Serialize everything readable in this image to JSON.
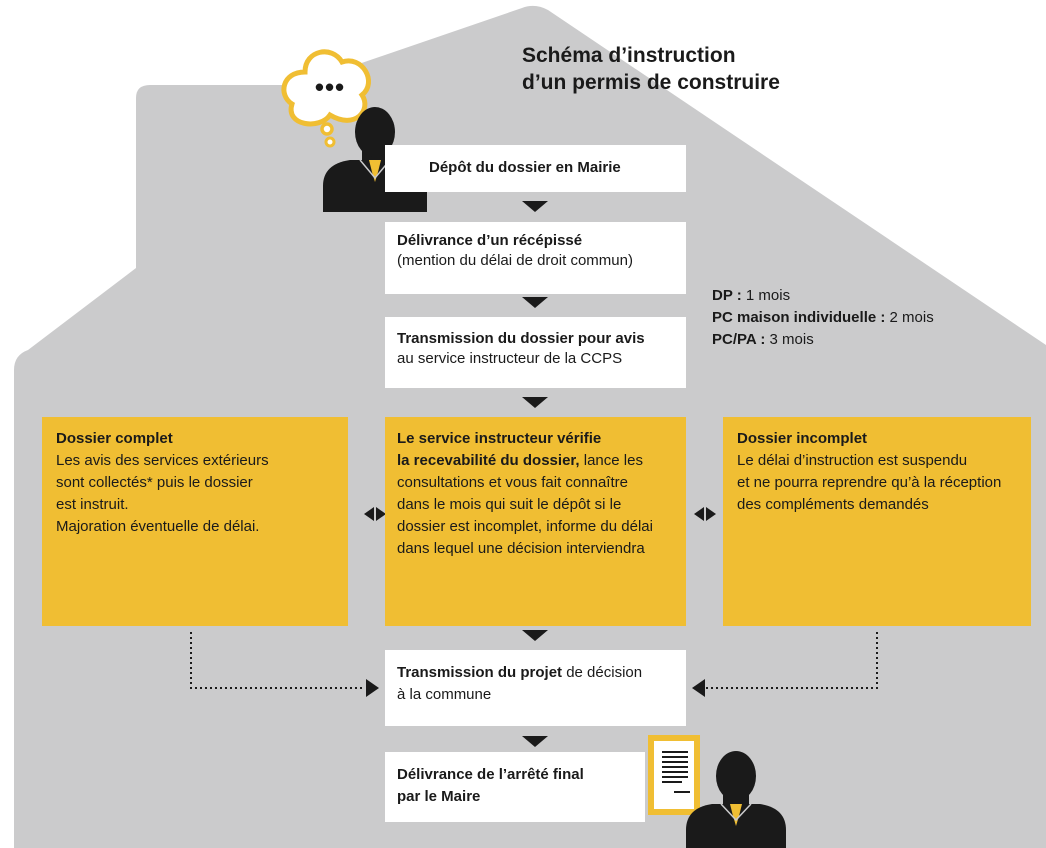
{
  "title": {
    "line1": "Schéma d’instruction",
    "line2": "d’un permis de construire"
  },
  "bubble": {
    "dots": "•••"
  },
  "steps": {
    "depot": "Dépôt du dossier en Mairie",
    "recepisse": {
      "bold": "Délivrance d’un récépissé",
      "normal": "(mention du délai de droit commun)"
    },
    "transmission": {
      "bold": "Transmission du dossier pour avis",
      "normal": "au service instructeur de la CCPS"
    },
    "verification": {
      "bold1": "Le service instructeur vérifie",
      "bold2": "la recevabilité du dossier,",
      "rest2": " lance les",
      "lines": [
        "consultations et vous  fait connaître",
        "dans le mois qui suit le dépôt si le",
        "dossier est incomplet, informe du délai",
        "dans lequel une décision interviendra"
      ]
    },
    "projet": {
      "bold": "Transmission du projet",
      "rest": " de  décision",
      "line2": "à la commune"
    },
    "arrete": {
      "line1": "Délivrance de l’arrêté final",
      "line2": "par le Maire"
    }
  },
  "durations": [
    {
      "label": "DP :",
      "value": " 1 mois"
    },
    {
      "label": "PC maison individuelle :",
      "value": " 2 mois"
    },
    {
      "label": "PC/PA :",
      "value": " 3 mois"
    }
  ],
  "complet": {
    "title": "Dossier complet",
    "lines": [
      "Les avis des services extérieurs",
      "sont collectés* puis le dossier",
      "est instruit.",
      "Majoration éventuelle de délai."
    ]
  },
  "incomplet": {
    "title": "Dossier incomplet",
    "lines": [
      "Le délai d’instruction est suspendu",
      "et ne pourra reprendre qu’à la réception",
      "des compléments demandés"
    ]
  },
  "colors": {
    "house": "#cbcbcc",
    "yellow": "#f0be33",
    "dark": "#1a1a1a",
    "white": "#ffffff"
  }
}
